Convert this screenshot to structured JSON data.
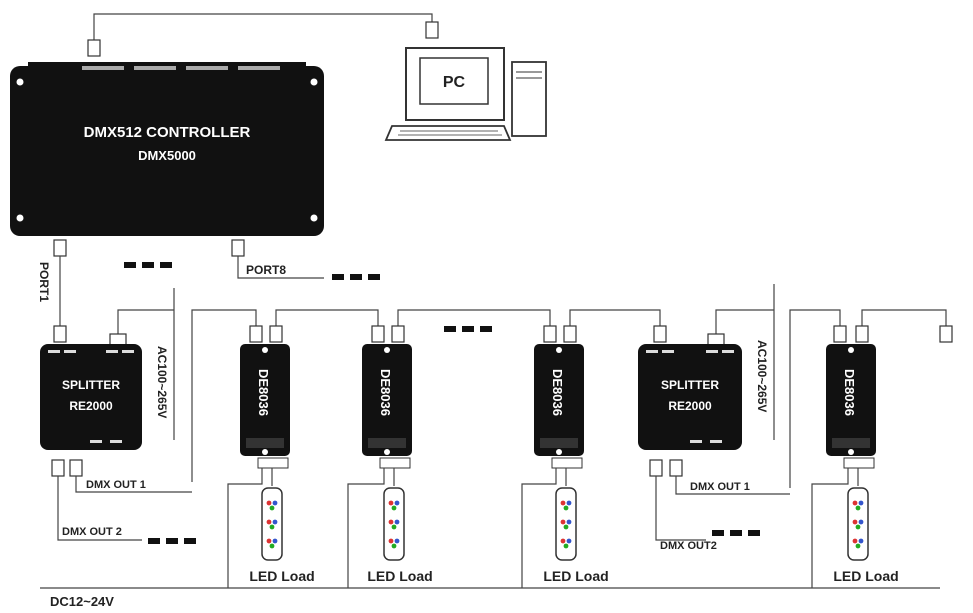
{
  "controller": {
    "title": "DMX512 CONTROLLER",
    "model": "DMX5000"
  },
  "pc": {
    "label": "PC"
  },
  "ports": {
    "port1": "PORT1",
    "port8": "PORT8"
  },
  "splitters": [
    {
      "title": "SPLITTER",
      "model": "RE2000",
      "power": "AC100~265V",
      "out1": "DMX OUT 1",
      "out2": "DMX OUT 2"
    },
    {
      "title": "SPLITTER",
      "model": "RE2000",
      "power": "AC100~265V",
      "out1": "DMX OUT 1",
      "out2": "DMX OUT2"
    }
  ],
  "decoders": [
    {
      "model": "DE8036"
    },
    {
      "model": "DE8036"
    },
    {
      "model": "DE8036"
    },
    {
      "model": "DE8036"
    }
  ],
  "loads": [
    {
      "label": "LED Load"
    },
    {
      "label": "LED Load"
    },
    {
      "label": "LED Load"
    },
    {
      "label": "LED Load"
    }
  ],
  "supply": {
    "label": "DC12~24V"
  },
  "colors": {
    "device": "#111111",
    "wire": "#444444",
    "led_red": "#d33",
    "led_green": "#2a2",
    "led_blue": "#35c"
  }
}
